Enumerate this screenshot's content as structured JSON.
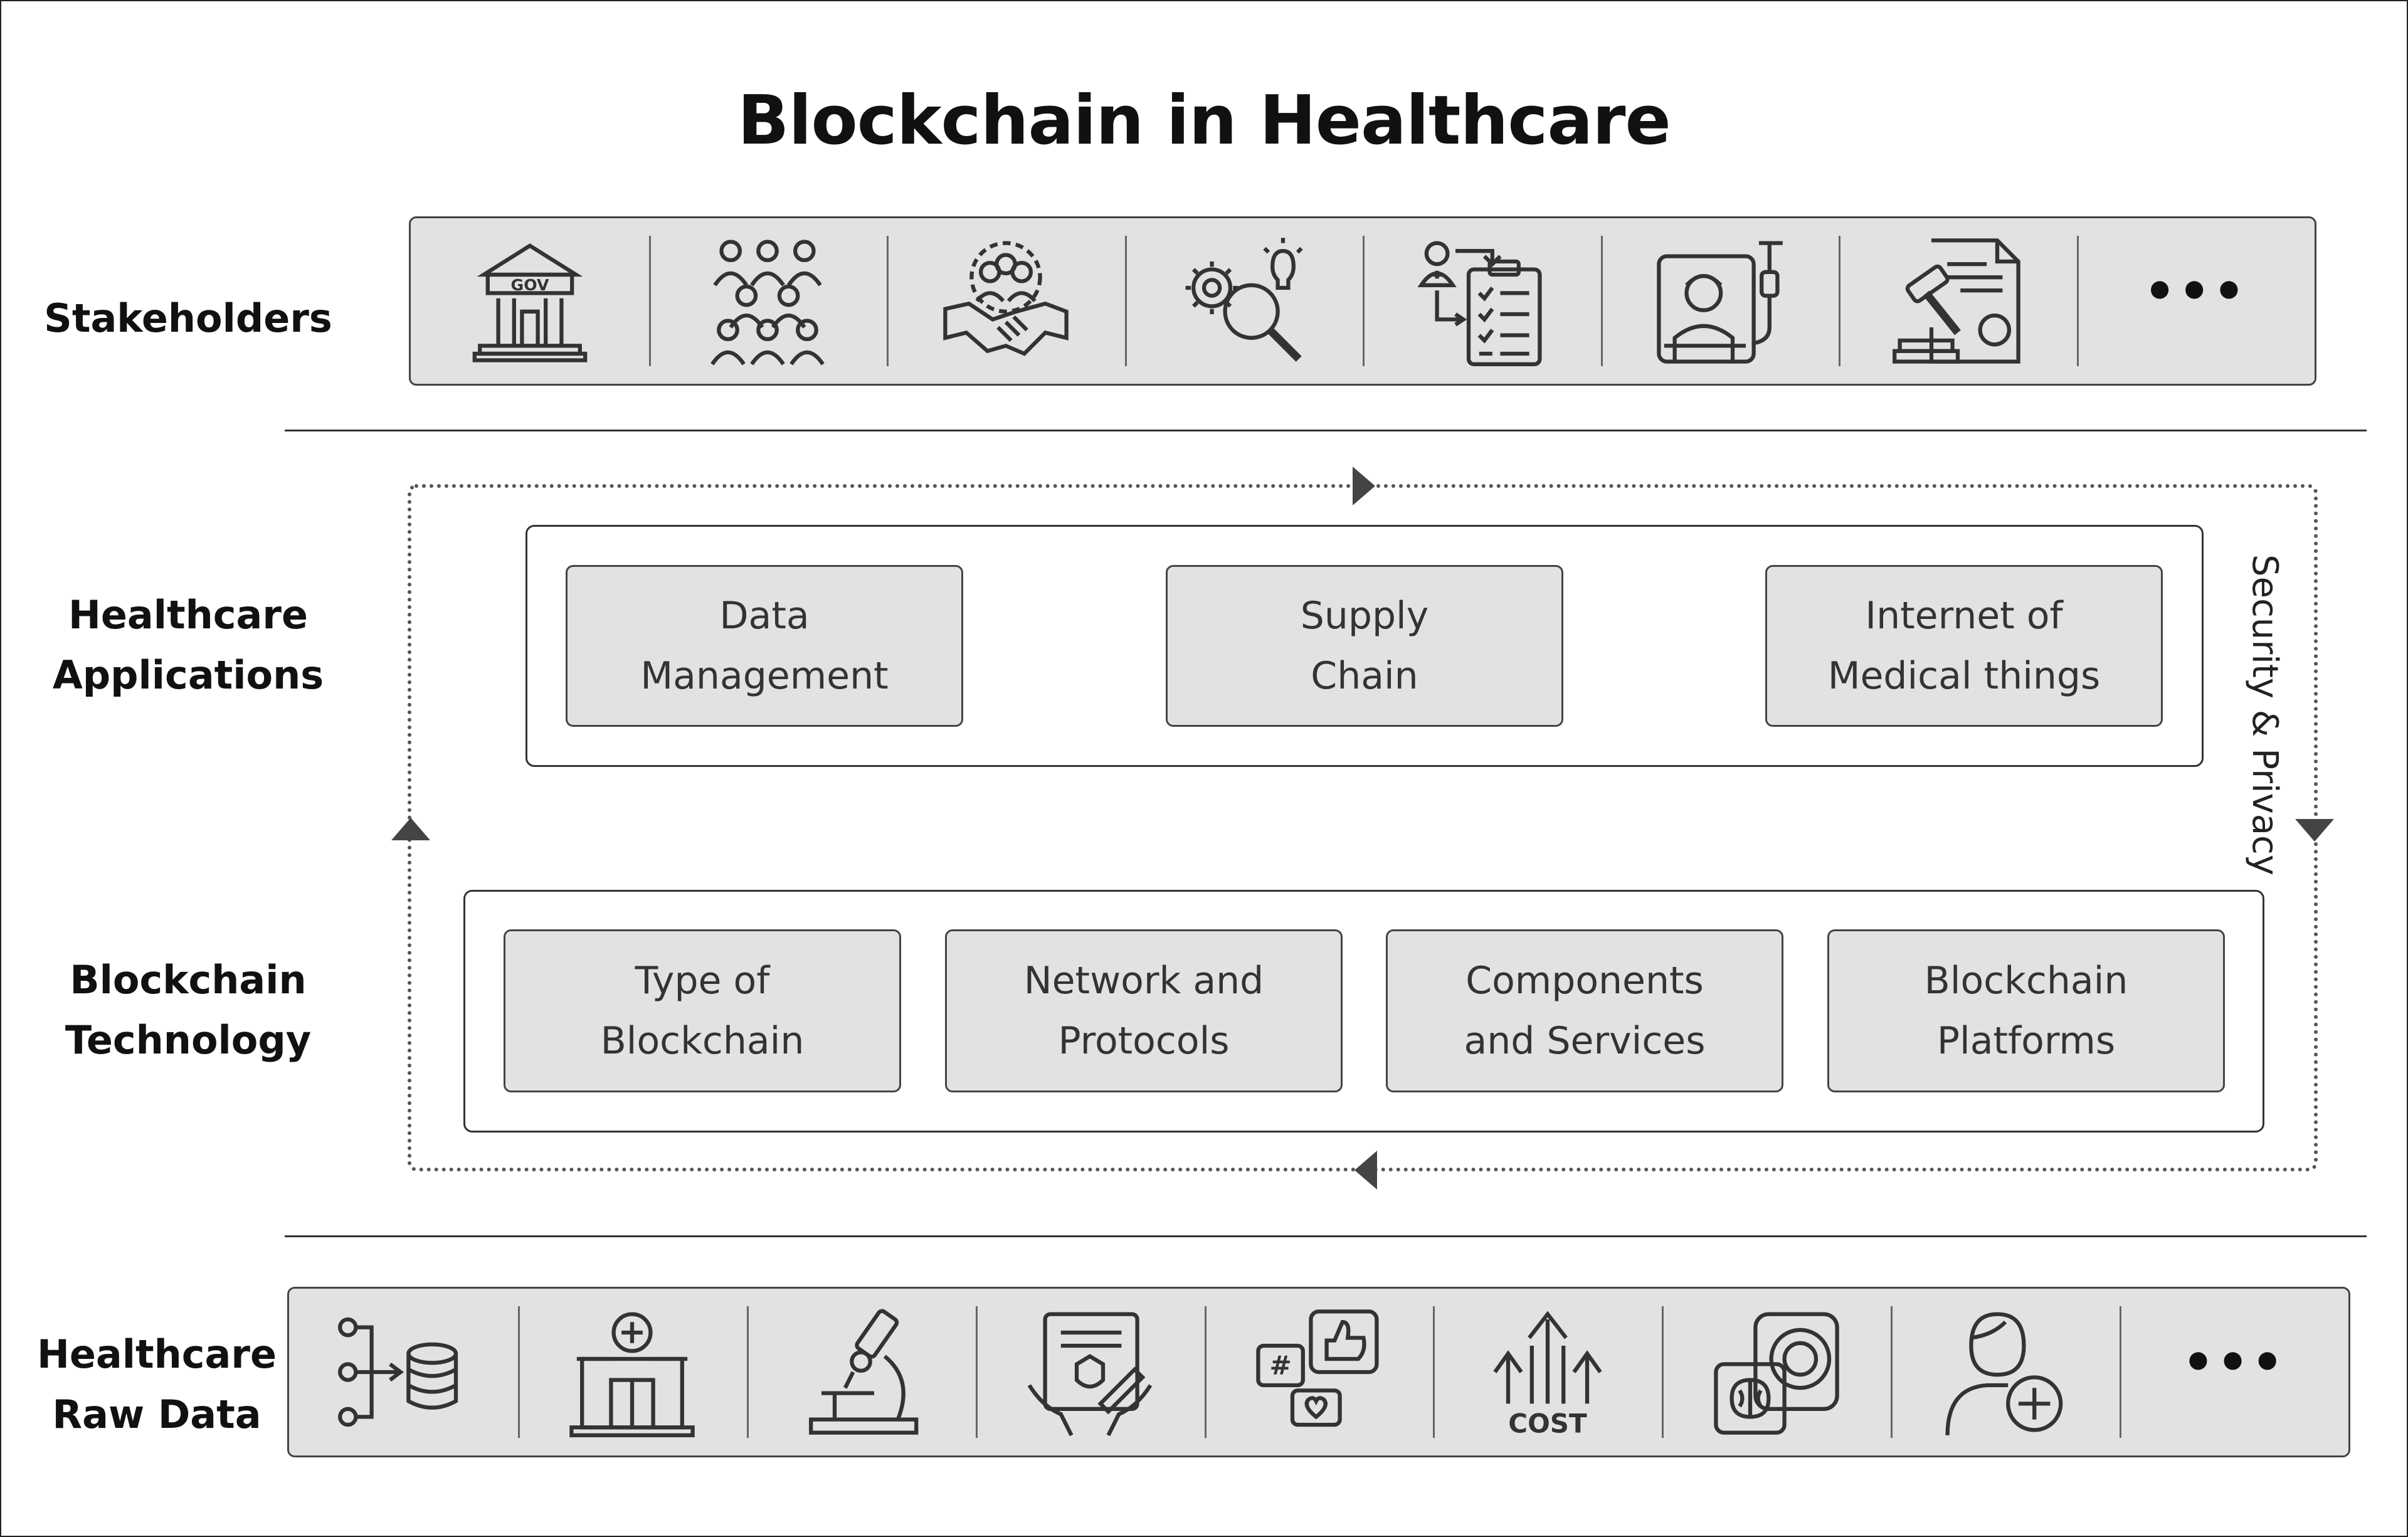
{
  "title": "Blockchain in Healthcare",
  "rows": {
    "stakeholders": "Stakeholders",
    "applications": [
      "Healthcare",
      "Applications"
    ],
    "technology": [
      "Blockchain",
      "Technology"
    ],
    "raw_data": [
      "Healthcare",
      "Raw Data"
    ]
  },
  "stakeholder_icons": [
    "government-building-icon",
    "population-group-icon",
    "partnership-handshake-icon",
    "research-innovation-icon",
    "doctor-checklist-icon",
    "hospital-patient-icon",
    "legal-gavel-document-icon"
  ],
  "raw_data_icons": [
    "database-flow-icon",
    "hospital-building-icon",
    "microscope-icon",
    "medical-record-document-icon",
    "social-media-feedback-icon",
    "cost-arrows-icon",
    "brain-mri-scanner-icon",
    "patient-add-icon"
  ],
  "icon_labels": {
    "gov": "GOV",
    "cost": "COST"
  },
  "ellipsis": "•••",
  "security_label": "Security & Privacy",
  "applications": [
    [
      "Data",
      "Management"
    ],
    [
      "Supply",
      "Chain"
    ],
    [
      "Internet of",
      "Medical things"
    ]
  ],
  "technology": [
    [
      "Type of",
      "Blockchain"
    ],
    [
      "Network and",
      "Protocols"
    ],
    [
      "Components",
      "and Services"
    ],
    [
      "Blockchain",
      "Platforms"
    ]
  ]
}
